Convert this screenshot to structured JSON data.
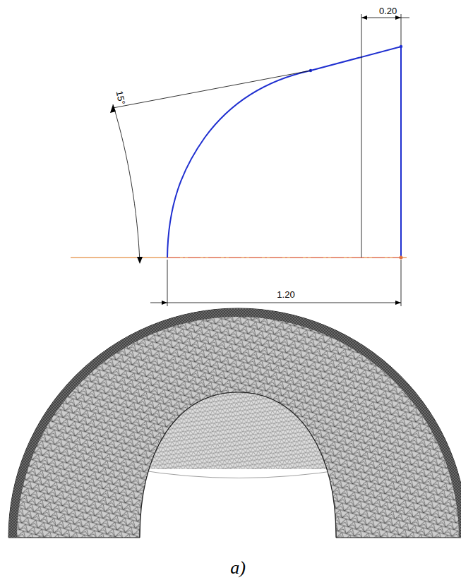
{
  "diagram": {
    "caption": "a)",
    "labels": [
      "0.20",
      "15°",
      "1.20"
    ]
  }
}
